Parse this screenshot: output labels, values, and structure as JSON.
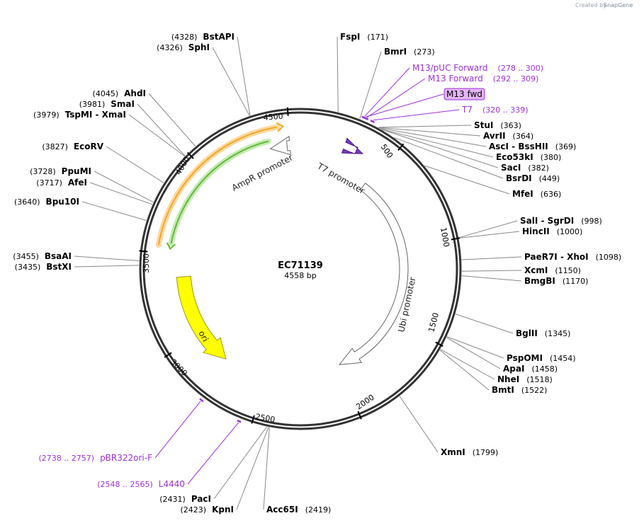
{
  "credit": {
    "prefix": "Created by",
    "brand": "SnapGene"
  },
  "plasmid": {
    "name": "EC71139",
    "size_label": "4558 bp",
    "length": 4558
  },
  "tick_labels": [
    "500",
    "1000",
    "1500",
    "2000",
    "2500",
    "3000",
    "3500",
    "4000",
    "4500"
  ],
  "enzymes": [
    {
      "name": "FspI",
      "pos": "(171)",
      "site": 171
    },
    {
      "name": "BmrI",
      "pos": "(273)",
      "site": 273
    },
    {
      "name": "StuI",
      "pos": "(363)",
      "site": 363
    },
    {
      "name": "AvrII",
      "pos": "(364)",
      "site": 364
    },
    {
      "name": "AscI - BssHII",
      "pos": "(369)",
      "site": 369
    },
    {
      "name": "Eco53kI",
      "pos": "(380)",
      "site": 380
    },
    {
      "name": "SacI",
      "pos": "(382)",
      "site": 382
    },
    {
      "name": "BsrDI",
      "pos": "(449)",
      "site": 449
    },
    {
      "name": "MfeI",
      "pos": "(636)",
      "site": 636
    },
    {
      "name": "SalI - SgrDI",
      "pos": "(998)",
      "site": 998
    },
    {
      "name": "HincII",
      "pos": "(1000)",
      "site": 1000
    },
    {
      "name": "PaeR7I - XhoI",
      "pos": "(1098)",
      "site": 1098
    },
    {
      "name": "XcmI",
      "pos": "(1150)",
      "site": 1150
    },
    {
      "name": "BmgBI",
      "pos": "(1170)",
      "site": 1170
    },
    {
      "name": "BglII",
      "pos": "(1345)",
      "site": 1345
    },
    {
      "name": "PspOMI",
      "pos": "(1454)",
      "site": 1454
    },
    {
      "name": "ApaI",
      "pos": "(1458)",
      "site": 1458
    },
    {
      "name": "NheI",
      "pos": "(1518)",
      "site": 1518
    },
    {
      "name": "BmtI",
      "pos": "(1522)",
      "site": 1522
    },
    {
      "name": "XmnI",
      "pos": "(1799)",
      "site": 1799
    },
    {
      "name": "Acc65I",
      "pos": "(2419)",
      "site": 2419
    },
    {
      "name": "KpnI",
      "pos": "(2423)",
      "site": 2423
    },
    {
      "name": "PacI",
      "pos": "(2431)",
      "site": 2431
    },
    {
      "name": "BstXI",
      "pos": "(3435)",
      "site": 3435
    },
    {
      "name": "BsaAI",
      "pos": "(3455)",
      "site": 3455
    },
    {
      "name": "Bpu10I",
      "pos": "(3640)",
      "site": 3640
    },
    {
      "name": "AfeI",
      "pos": "(3717)",
      "site": 3717
    },
    {
      "name": "PpuMI",
      "pos": "(3728)",
      "site": 3728
    },
    {
      "name": "EcoRV",
      "pos": "(3827)",
      "site": 3827
    },
    {
      "name": "TspMI - XmaI",
      "pos": "(3979)",
      "site": 3979
    },
    {
      "name": "SmaI",
      "pos": "(3981)",
      "site": 3981
    },
    {
      "name": "AhdI",
      "pos": "(4045)",
      "site": 4045
    },
    {
      "name": "SphI",
      "pos": "(4326)",
      "site": 4326
    },
    {
      "name": "BstAPI",
      "pos": "(4328)",
      "site": 4328
    }
  ],
  "primers": [
    {
      "name": "M13/pUC Forward",
      "pos": "(278 .. 300)",
      "start": 278,
      "end": 300
    },
    {
      "name": "M13 Forward",
      "pos": "(292 .. 309)",
      "start": 292,
      "end": 309
    },
    {
      "name": "M13 fwd",
      "pos": "",
      "start": 287,
      "end": 303,
      "boxed": true
    },
    {
      "name": "T7",
      "pos": "(320 .. 339)",
      "start": 320,
      "end": 339
    },
    {
      "name": "pBR322ori-F",
      "pos": "(2738 .. 2757)",
      "start": 2738,
      "end": 2757
    },
    {
      "name": "L4440",
      "pos": "(2548 .. 2565)",
      "start": 2548,
      "end": 2565
    }
  ],
  "features": [
    {
      "name": "T7 promoter",
      "start": 320,
      "end": 339,
      "color": "#7b35c9"
    },
    {
      "name": "Ubi promoter",
      "start": 470,
      "end": 1999,
      "color": "#ffffff"
    },
    {
      "name": "ori",
      "start": 2780,
      "end": 3370,
      "color": "#ffff00"
    },
    {
      "name": "AmpR promoter",
      "start": 4380,
      "end": 4480,
      "color": "#ffffff"
    },
    {
      "name": "",
      "start": 3540,
      "end": 4440,
      "color": "#f5a623"
    },
    {
      "name": "",
      "start": 3560,
      "end": 4380,
      "color": "#5fb936"
    }
  ],
  "colors": {
    "backbone": "#333333",
    "primer": "#9b30d9",
    "ampr": "#f5a623",
    "green": "#5fb936",
    "ori": "#ffff00"
  }
}
